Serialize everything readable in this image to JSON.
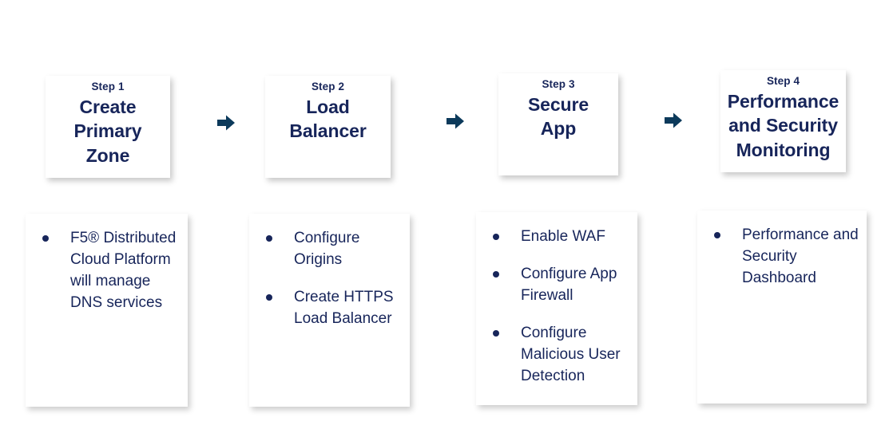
{
  "diagram": {
    "type": "four-step-process-flow",
    "arrow_icon": "arrow-right-icon",
    "bullet_icon": "bullet-dot-icon",
    "colors": {
      "heading_navy": "#17255A",
      "arrow_navy": "#0C3A5B",
      "card_background": "#FFFFFF",
      "page_background": "#FFFFFF"
    },
    "steps": [
      {
        "eyebrow": "Step 1",
        "title_lines": [
          "Create",
          "Primary",
          "Zone"
        ],
        "bullets": [
          "F5® Distributed Cloud Platform will manage DNS services"
        ]
      },
      {
        "eyebrow": "Step 2",
        "title_lines": [
          "Load",
          "Balancer"
        ],
        "bullets": [
          "Configure Origins",
          "Create HTTPS Load Balancer"
        ]
      },
      {
        "eyebrow": "Step 3",
        "title_lines": [
          "Secure",
          "App"
        ],
        "bullets": [
          "Enable WAF",
          "Configure App Firewall",
          "Configure Malicious User Detection"
        ]
      },
      {
        "eyebrow": "Step 4",
        "title_lines": [
          "Performance",
          "and Security",
          "Monitoring"
        ],
        "bullets": [
          "Performance and Security Dashboard"
        ]
      }
    ]
  }
}
